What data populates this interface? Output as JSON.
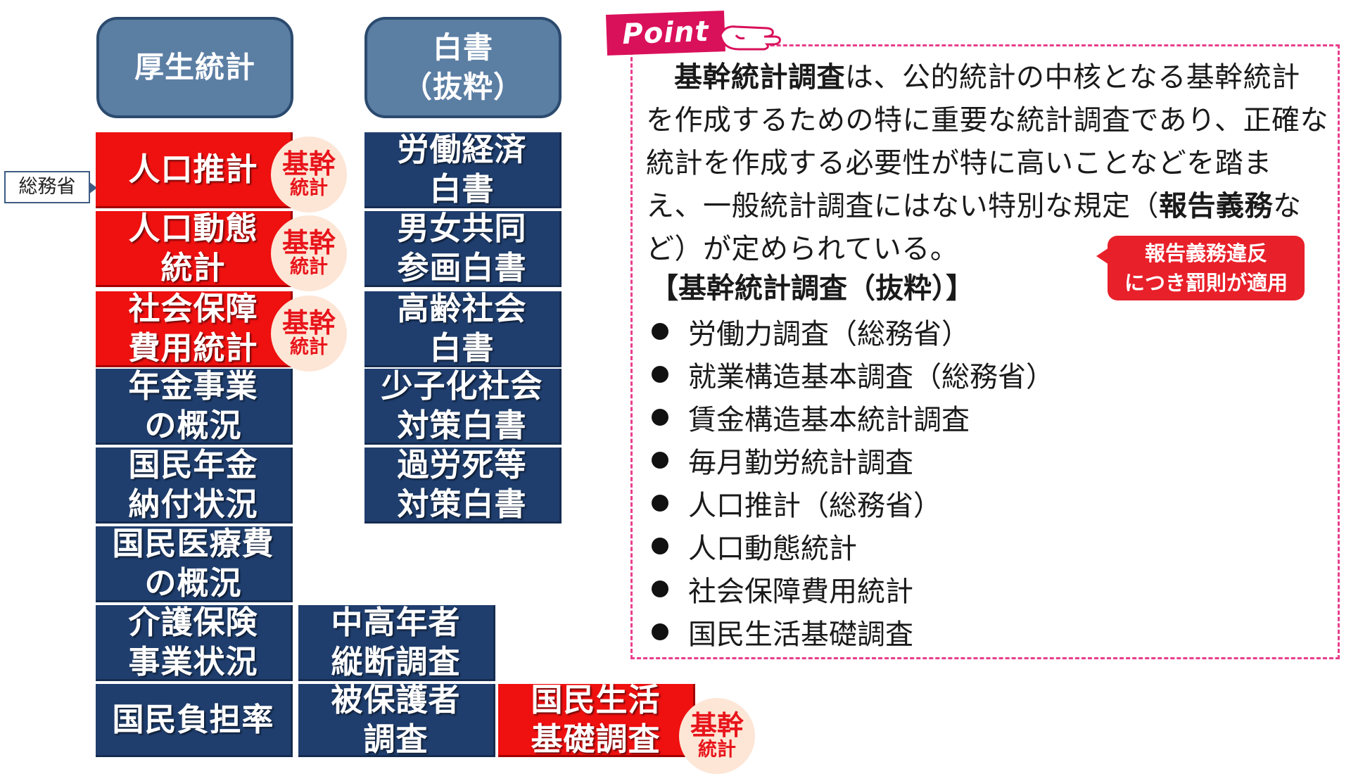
{
  "headers": {
    "left": "厚生統計",
    "right": "白書\n（抜粋）"
  },
  "callout": "総務省",
  "badge": {
    "line1": "基幹",
    "line2": "統計"
  },
  "left_column": [
    {
      "label": "人口推計",
      "core": true
    },
    {
      "label": "人口動態\n統計",
      "core": true
    },
    {
      "label": "社会保障\n費用統計",
      "core": true
    },
    {
      "label": "年金事業\nの概況",
      "core": false
    },
    {
      "label": "国民年金\n納付状況",
      "core": false
    },
    {
      "label": "国民医療費\nの概況",
      "core": false
    },
    {
      "label": "介護保険\n事業状況",
      "core": false
    },
    {
      "label": "国民負担率",
      "core": false
    }
  ],
  "right_column": [
    {
      "label": "労働経済\n白書"
    },
    {
      "label": "男女共同\n参画白書"
    },
    {
      "label": "高齢社会\n白書"
    },
    {
      "label": "少子化社会\n対策白書"
    },
    {
      "label": "過労死等\n対策白書"
    }
  ],
  "bottom_row": [
    {
      "label": "中高年者\n縦断調査",
      "core": false
    },
    {
      "label": "被保護者\n調査",
      "core": false
    },
    {
      "label": "国民生活\n基礎調査",
      "core": true
    }
  ],
  "point": {
    "tag": "Point",
    "intro_parts": [
      {
        "text": "基幹統計調査",
        "bold": true
      },
      {
        "text": "は、公的統計の中核となる基幹統計を作成するための特に重要な統計調査であり、正確な統計を作成する必要性が特に高いことなどを踏まえ、一般統計調査にはない特別な規定（",
        "bold": false
      },
      {
        "text": "報告義務",
        "bold": true
      },
      {
        "text": "など）が定められている。",
        "bold": false
      }
    ],
    "warning": "報告義務違反\nにつき罰則が適用",
    "list_title": "【基幹統計調査（抜粋）】",
    "items": [
      "労働力調査（総務省）",
      "就業構造基本調査（総務省）",
      "賃金構造基本統計調査",
      "毎月勤労統計調査",
      "人口推計（総務省）",
      "人口動態統計",
      "社会保障費用統計",
      "国民生活基礎調査"
    ]
  },
  "colors": {
    "navy_box": "#1f3e6e",
    "red_box": "#ef1010",
    "header_fill": "#5b7ea3",
    "badge_fill": "#fde6d6",
    "panel_border": "#e83e8c",
    "point_tag": "#d9105a"
  }
}
